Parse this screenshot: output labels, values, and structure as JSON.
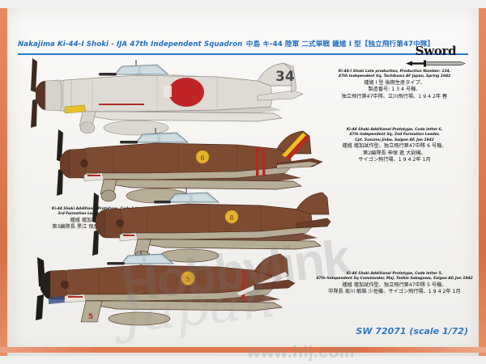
{
  "header": {
    "title_en": "Nakajima Ki-44-I Shoki - IJA 47th Independent Squadron",
    "title_jp": "中島 キ-44 陸軍 二式単戦 鍾馗 I 型【独立飛行第47中隊】",
    "brand": "Sword",
    "sword_icon": "sword-icon"
  },
  "profiles": [
    {
      "id": "profile-1",
      "caption_en_1": "Ki-44-I Shoki Late production, Production Number: 134,",
      "caption_en_2": "47th Independent Sq, Tachikawa AF Japan, Spring 1942",
      "caption_jp_1": "鍾馗 I 型 後期生産タイプ、",
      "caption_jp_2": "製造番号: 1 3 4 号機、",
      "caption_jp_3": "独立飛行第47中隊、立川飛行場、1 9 4 2年 春",
      "scheme": "natural-metal-light-grey",
      "tail_code": "34",
      "colors": {
        "body": "#dedbd4",
        "body_shadow": "#c8c5bd",
        "spinner": "#5a3426",
        "hinomaru": "#c12427",
        "canopy": "#b9cdd4",
        "yellow_id": "#e8c02a"
      }
    },
    {
      "id": "profile-2",
      "caption_en_1": "Ki-44 Shoki Additional Prototype, Code letter 6,",
      "caption_en_2": "47th Independent Sq, 2nd Formation Leader,",
      "caption_en_3": "Cpt. Susumu Jinbo, Saigon AF, Jan 1942",
      "caption_jp_1": "鍾馗 増加試作型、独立飛行第47中隊 6 号機、",
      "caption_jp_2": "第2編隊長 神保 進 大尉機、",
      "caption_jp_3": "サイゴン飛行場、1 9 4 2年 1月",
      "scheme": "brown-over-grey",
      "code_letter": "6",
      "colors": {
        "body": "#7d4b32",
        "body_shadow": "#6a3e28",
        "under": "#b6ad97",
        "spinner": "#6a3e28",
        "canopy": "#b9cdd4",
        "band": "#b52a22",
        "stripe_yellow": "#efc21f",
        "stripe_red": "#b52a22",
        "code_circle": "#e3b42b"
      }
    },
    {
      "id": "profile-3",
      "caption_en_1": "Ki-44 Shoki Additional Prototype, Code letter 8, 47th Independent Sq,",
      "caption_en_2": "3rd Formation Leader, Cpt. Yoshihiko Kurae, Saigon AF, Jan 1942",
      "caption_jp_1": "鍾馗 増加試作型、独立飛行第47中隊 8 号機、",
      "caption_jp_2": "第3編隊長 黒江 保彦 大尉機、サイゴン飛行場、1 9 4 2年 1月",
      "scheme": "brown-over-grey",
      "code_letter": "8",
      "colors": {
        "body": "#7d4b32",
        "body_shadow": "#6a3e28",
        "under": "#b6ad97",
        "spinner": "#6a3e28",
        "canopy": "#b9cdd4",
        "band": "#b52a22",
        "code_circle": "#e3b42b"
      }
    },
    {
      "id": "profile-4",
      "caption_en_1": "Ki-44 Shoki Additional Prototype, Code letter 5,",
      "caption_en_2": "47th Independent Sq Commander, Maj. Toshio Sakagawa, Saigon AF, Jan 1942",
      "caption_jp_1": "鍾馗 増加試作型、独立飛行第47中隊 5 号機、",
      "caption_jp_2": "中隊長 坂川 敏雄 少佐機、サイゴン飛行場、1 9 4 2年 1月",
      "scheme": "brown-over-grey",
      "code_letter": "5",
      "wheel_number": "5",
      "colors": {
        "body": "#7d4b32",
        "body_shadow": "#6a3e28",
        "under": "#b6ad97",
        "spinner": "#24201e",
        "canopy": "#b9cdd4",
        "band": "#b52a22",
        "code_circle": "#e3a62b",
        "wheel_number_color": "#b52a22"
      }
    }
  ],
  "footer": {
    "product_code": "SW 72071 (scale 1/72)"
  },
  "watermarks": {
    "brand": "Hobbylink",
    "script": "Japan",
    "url": "www.hlj.com"
  },
  "theme": {
    "accent_blue": "#2f79c8",
    "edge_orange": "#e07a4f",
    "paper": "#faf8f6"
  }
}
